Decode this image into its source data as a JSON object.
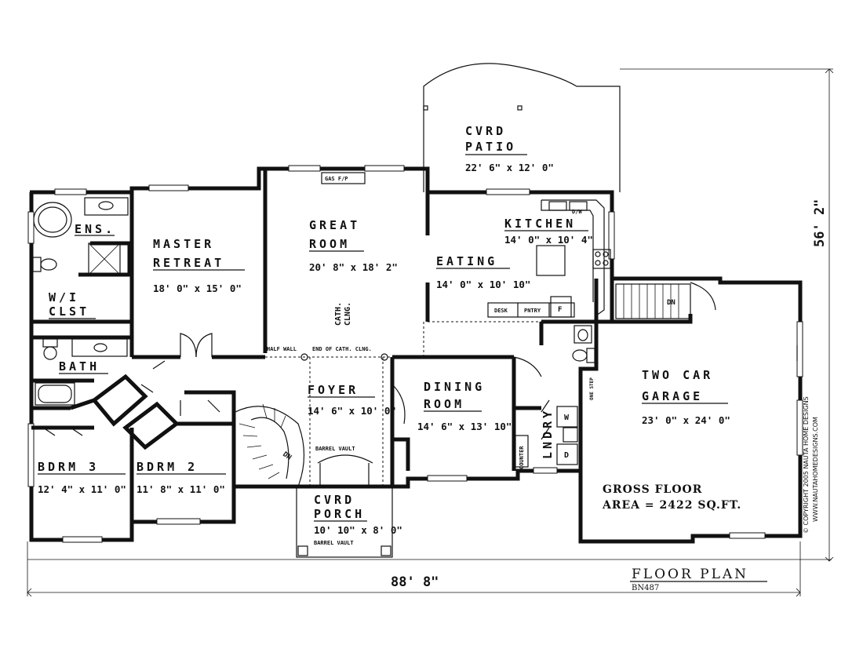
{
  "rooms": {
    "cvrd_patio": {
      "name_line1": "CVRD",
      "name_line2": "PATIO",
      "dims": "22' 6\" x 12' 0\""
    },
    "great_room": {
      "name_line1": "GREAT",
      "name_line2": "ROOM",
      "dims": "20' 8\" x 18' 2\""
    },
    "kitchen": {
      "name": "KITCHEN",
      "dims": "14' 0\" x 10' 4\""
    },
    "eating": {
      "name": "EATING",
      "dims": "14' 0\" x 10' 10\""
    },
    "master_retreat": {
      "name_line1": "MASTER",
      "name_line2": "RETREAT",
      "dims": "18' 0\" x 15' 0\""
    },
    "ens": {
      "name": "ENS."
    },
    "wi_clst": {
      "name_line1": "W/I",
      "name_line2": "CLST"
    },
    "bath": {
      "name": "BATH"
    },
    "foyer": {
      "name": "FOYER",
      "dims": "14' 6\" x 10' 0\""
    },
    "dining_room": {
      "name_line1": "DINING",
      "name_line2": "ROOM",
      "dims": "14' 6\" x 13' 10\""
    },
    "bdrm3": {
      "name": "BDRM 3",
      "dims": "12' 4\" x 11' 0\""
    },
    "bdrm2": {
      "name": "BDRM 2",
      "dims": "11' 8\" x 11' 0\""
    },
    "cvrd_porch": {
      "name_line1": "CVRD",
      "name_line2": "PORCH",
      "dims": "10' 10\" x 8' 0\""
    },
    "lndry": {
      "name": "LNDRY"
    },
    "garage": {
      "name_line1": "TWO CAR",
      "name_line2": "GARAGE",
      "dims": "23' 0\" x 24' 0\""
    }
  },
  "notes": {
    "gas_fp": "GAS F/P",
    "cath_clng_1": "CATH.",
    "cath_clng_2": "CLNG.",
    "half_wall": "HALF WALL",
    "end_cath": "END OF CATH. CLNG.",
    "barrel_vault_top": "BARREL VAULT",
    "barrel_vault_bottom": "BARREL VAULT",
    "desk": "DESK",
    "pntry": "PNTRY",
    "fridge": "F",
    "dw": "D/W",
    "dn_stair": "DN",
    "dn_garage": "DN",
    "counter": "COUNTER",
    "one_step": "ONE STEP",
    "washer": "W",
    "dryer": "D"
  },
  "summary": {
    "gross_line1": "GROSS FLOOR",
    "gross_line2": "AREA = 2422 SQ.FT.",
    "copyright": "© COPYRIGHT 2005 NAUTA HOME DESIGNS",
    "website": "WWW.NAUTAHOMEDESIGNS.COM",
    "plan_title": "FLOOR PLAN",
    "plan_code": "BN487",
    "width_dim": "88' 8\"",
    "depth_dim": "56' 2\""
  }
}
